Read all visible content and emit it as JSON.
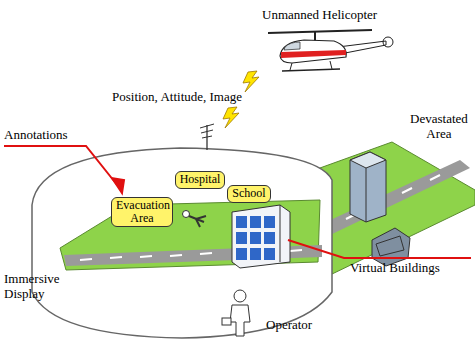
{
  "diagram": {
    "nodes": [
      {
        "text": [
          "Hospital"
        ]
      },
      {
        "text": [
          "School"
        ]
      },
      {
        "text": [
          "Evacuation Area"
        ]
      }
    ],
    "labels": [
      "Unmanned Helicopter",
      "Position, Attitude, Image",
      "Devastated Area",
      "Annotations",
      "Virtual Buildings",
      "Immersive Display",
      "Operator"
    ]
  }
}
